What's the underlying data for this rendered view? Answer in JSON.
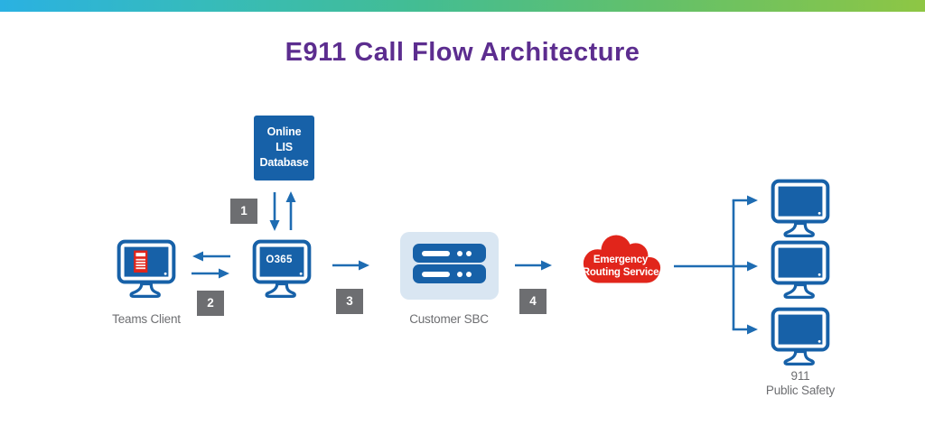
{
  "title": "E911 Call Flow Architecture",
  "colors": {
    "gradient_left": "#2AB1E2",
    "gradient_middle": "#43BD93",
    "gradient_right": "#8EC644",
    "title_purple": "#5C2D8F",
    "node_blue": "#1761A8",
    "arrow_blue": "#1E6CB2",
    "step_gray": "#6D6E71",
    "label_gray": "#6D6E71",
    "sbc_background": "#D9E6F2",
    "cloud_red": "#E1251B",
    "doc_icon_red": "#E1251B"
  },
  "nodes": {
    "lis": {
      "lines": [
        "Online",
        "LIS",
        "Database"
      ]
    },
    "teams_client": {
      "label": "Teams Client"
    },
    "o365": {
      "screen_text": "O365"
    },
    "customer_sbc": {
      "label": "Customer SBC"
    },
    "emergency_routing_service": {
      "lines": [
        "Emergency",
        "Routing Service"
      ]
    },
    "public_safety": {
      "lines": [
        "911",
        "Public Safety"
      ]
    }
  },
  "steps": [
    {
      "num": "1"
    },
    {
      "num": "2"
    },
    {
      "num": "3"
    },
    {
      "num": "4"
    }
  ]
}
